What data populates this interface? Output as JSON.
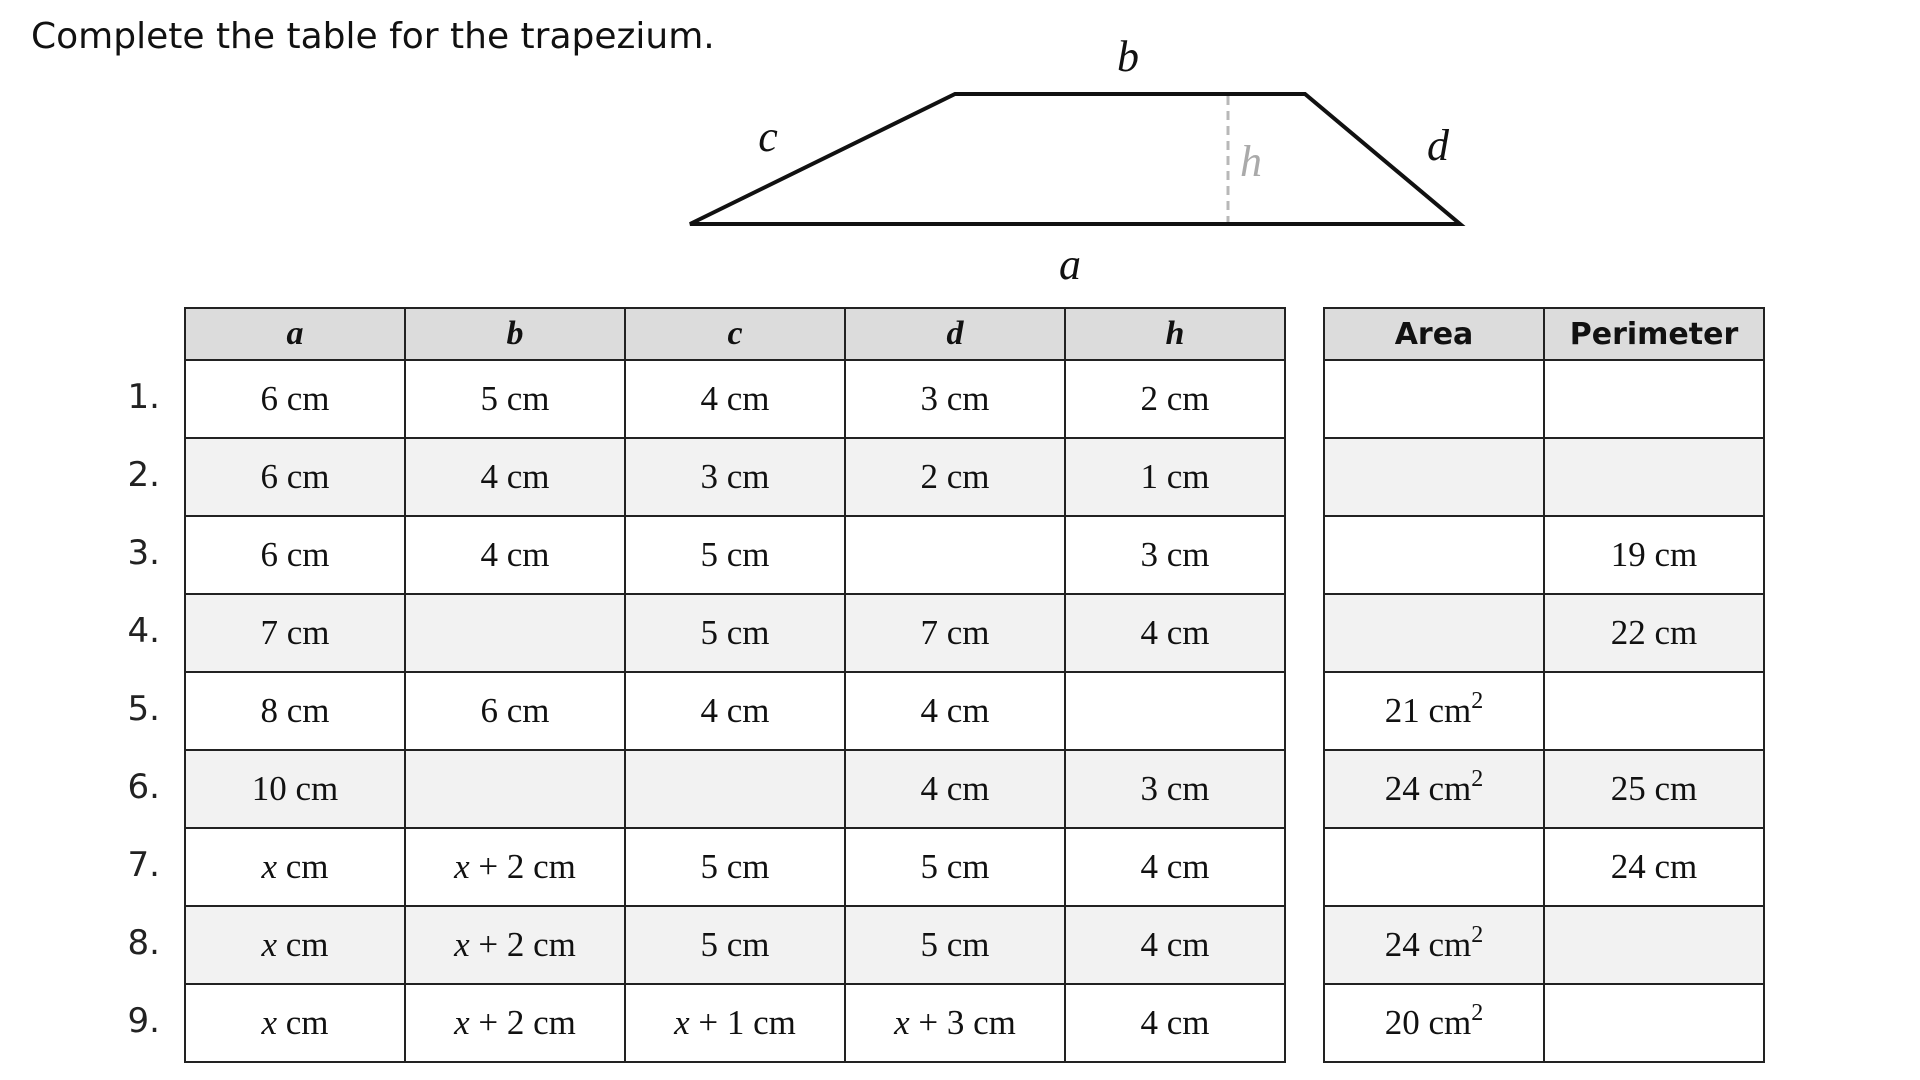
{
  "instruction": "Complete the table for the trapezium.",
  "diagram": {
    "label_a": "a",
    "label_b": "b",
    "label_c": "c",
    "label_d": "d",
    "label_h": "h"
  },
  "headers": {
    "a": "a",
    "b": "b",
    "c": "c",
    "d": "d",
    "h": "h",
    "area": "Area",
    "perimeter": "Perimeter"
  },
  "rows": [
    {
      "num": "1.",
      "a": "6 cm",
      "b": "5 cm",
      "c": "4 cm",
      "d": "3 cm",
      "h": "2 cm",
      "area_num": "",
      "area_unit": "",
      "area_sup": "",
      "perimeter": ""
    },
    {
      "num": "2.",
      "a": "6 cm",
      "b": "4 cm",
      "c": "3 cm",
      "d": "2 cm",
      "h": "1 cm",
      "area_num": "",
      "area_unit": "",
      "area_sup": "",
      "perimeter": ""
    },
    {
      "num": "3.",
      "a": "6 cm",
      "b": "4 cm",
      "c": "5 cm",
      "d": "",
      "h": "3 cm",
      "area_num": "",
      "area_unit": "",
      "area_sup": "",
      "perimeter": "19 cm"
    },
    {
      "num": "4.",
      "a": "7 cm",
      "b": "",
      "c": "5 cm",
      "d": "7 cm",
      "h": "4 cm",
      "area_num": "",
      "area_unit": "",
      "area_sup": "",
      "perimeter": "22 cm"
    },
    {
      "num": "5.",
      "a": "8 cm",
      "b": "6 cm",
      "c": "4 cm",
      "d": "4 cm",
      "h": "",
      "area_num": "21",
      "area_unit": "cm",
      "area_sup": "2",
      "perimeter": ""
    },
    {
      "num": "6.",
      "a": "10 cm",
      "b": "",
      "c": "",
      "d": "4 cm",
      "h": "3 cm",
      "area_num": "24",
      "area_unit": "cm",
      "area_sup": "2",
      "perimeter": "25 cm"
    },
    {
      "num": "7.",
      "a": "x cm",
      "b": "x + 2 cm",
      "c": "5 cm",
      "d": "5 cm",
      "h": "4 cm",
      "area_num": "",
      "area_unit": "",
      "area_sup": "",
      "perimeter": "24 cm"
    },
    {
      "num": "8.",
      "a": "x cm",
      "b": "x + 2 cm",
      "c": "5 cm",
      "d": "5 cm",
      "h": "4 cm",
      "area_num": "24",
      "area_unit": "cm",
      "area_sup": "2",
      "perimeter": ""
    },
    {
      "num": "9.",
      "a": "x cm",
      "b": "x + 2 cm",
      "c": "x + 1 cm",
      "d": "x + 3 cm",
      "h": "4 cm",
      "area_num": "20",
      "area_unit": "cm",
      "area_sup": "2",
      "perimeter": ""
    }
  ]
}
